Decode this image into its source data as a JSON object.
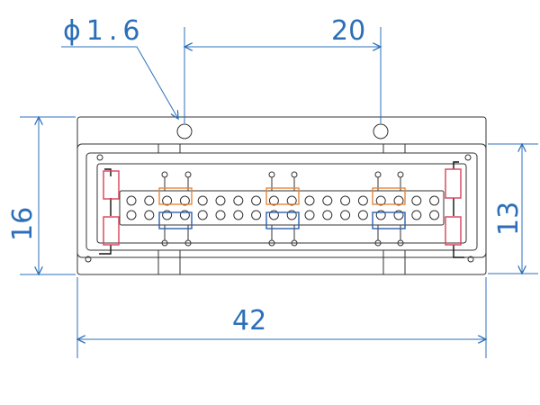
{
  "dimensions": {
    "hole_diameter": "ϕ1.6",
    "hole_spacing": "20",
    "total_width": "42",
    "outer_height": "16",
    "inner_height": "13"
  },
  "colors": {
    "dimension": "#2c6fb8",
    "outline": "#333333",
    "resistor": "#d9405a",
    "pad_top": "#e8873a",
    "pad_bottom": "#2f5fb0"
  }
}
